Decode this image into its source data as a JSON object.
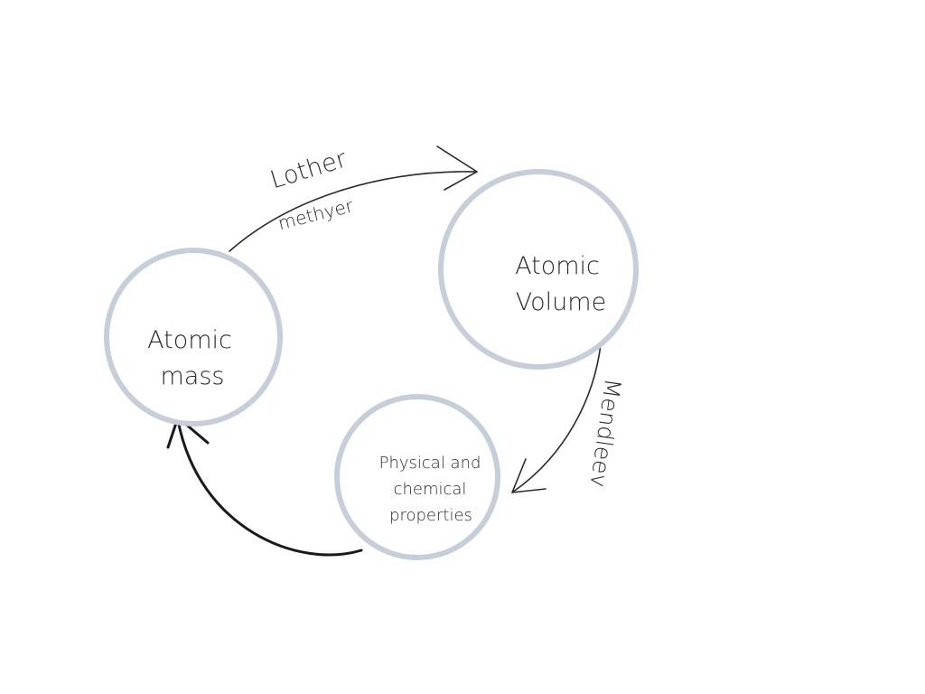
{
  "nodes": {
    "atomic_mass": {
      "line1": "Atomic",
      "line2": "mass"
    },
    "atomic_volume": {
      "line1": "Atomic",
      "line2": "Volume"
    },
    "properties": {
      "line1": "Physical and",
      "line2": "chemical",
      "line3": "properties"
    }
  },
  "edges": {
    "mass_to_volume": {
      "label_top": "Lother",
      "label_bottom": "methyer"
    },
    "volume_to_properties": {
      "label": "Mendleev"
    },
    "properties_to_mass": {
      "label": ""
    }
  }
}
